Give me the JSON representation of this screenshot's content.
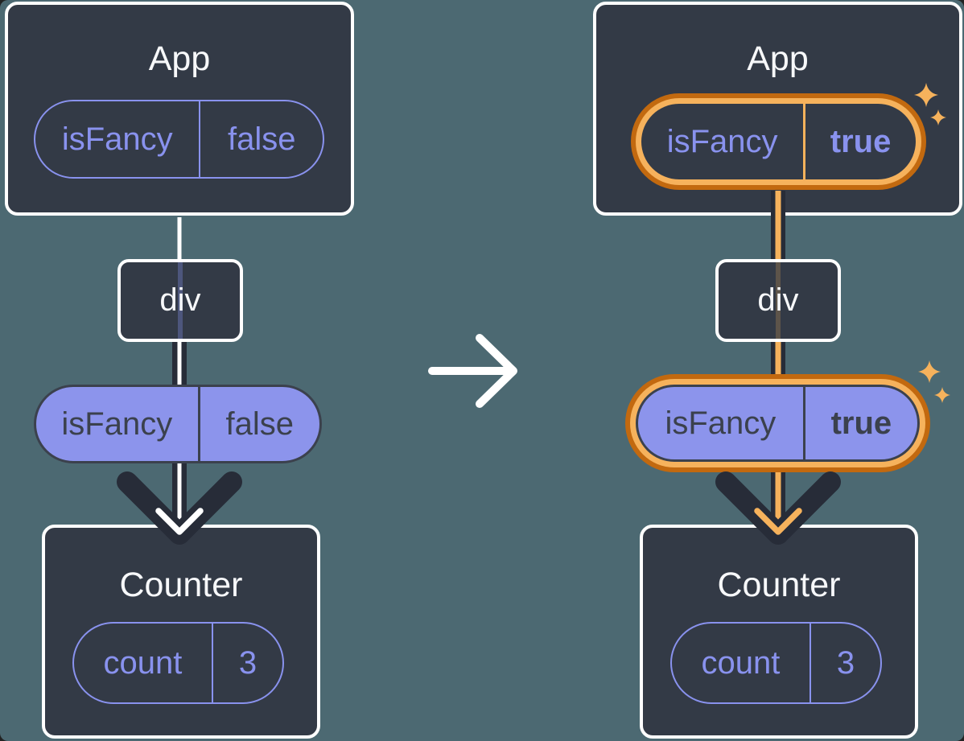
{
  "colors": {
    "background": "#4c6972",
    "card": "#333a46",
    "card_border": "#ffffff",
    "purple_accent": "#8992ee",
    "purple_fill": "#8c94ec",
    "dark_text": "#3b414d",
    "arrow_dark": "#272c38",
    "highlight_orange_light": "#f6b25c",
    "highlight_orange_dark": "#c2690f"
  },
  "before": {
    "app": {
      "title": "App",
      "state_pill": {
        "name": "isFancy",
        "value": "false"
      }
    },
    "div_node": {
      "label": "div"
    },
    "prop_pill": {
      "name": "isFancy",
      "value": "false"
    },
    "counter": {
      "title": "Counter",
      "state_pill": {
        "name": "count",
        "value": "3"
      }
    }
  },
  "after": {
    "app": {
      "title": "App",
      "state_pill": {
        "name": "isFancy",
        "value": "true"
      },
      "highlighted": true
    },
    "div_node": {
      "label": "div"
    },
    "prop_pill": {
      "name": "isFancy",
      "value": "true",
      "highlighted": true
    },
    "counter": {
      "title": "Counter",
      "state_pill": {
        "name": "count",
        "value": "3"
      }
    }
  }
}
